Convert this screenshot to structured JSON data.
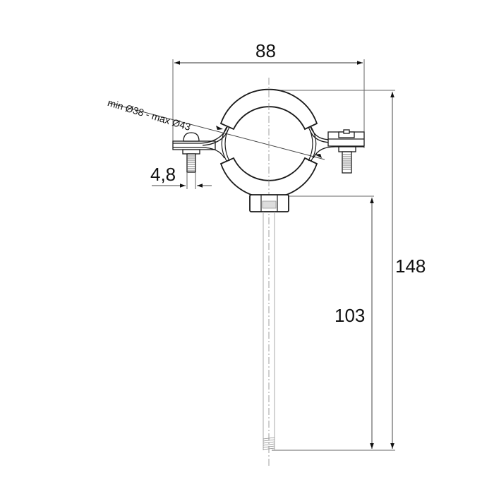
{
  "drawing": {
    "subject": "Pipe clamp with threaded rod",
    "dimensions": {
      "width": "88",
      "screw_diameter": "4,8",
      "total_height": "148",
      "rod_length": "103",
      "pipe_range": "min Ø38 - max Ø43"
    },
    "colors": {
      "line": "#1a1a1a",
      "dimension_line": "#777777",
      "background": "#ffffff"
    }
  }
}
